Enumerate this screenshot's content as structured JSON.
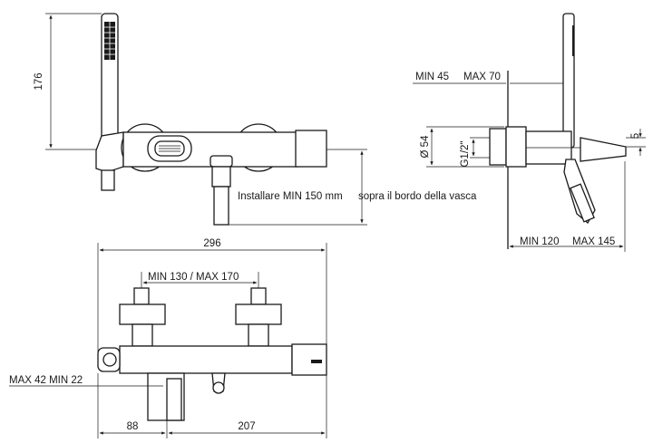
{
  "front_view": {
    "height_label": "176",
    "install_note": "Installare MIN 150 mm",
    "install_note_2": "sopra il bordo della vasca"
  },
  "side_view": {
    "min_depth_label": "MIN 45",
    "max_depth_label": "MAX 70",
    "diameter_label": "Ø 54",
    "thread_label": "G1/2\"",
    "offset_label": "5",
    "min_proj_label": "MIN 120",
    "max_proj_label": "MAX 145"
  },
  "top_view": {
    "width_label": "296",
    "centers_label": "MIN 130  / MAX 170",
    "wall_label": "MAX 42 MIN 22",
    "left_label": "88",
    "right_label": "207"
  }
}
